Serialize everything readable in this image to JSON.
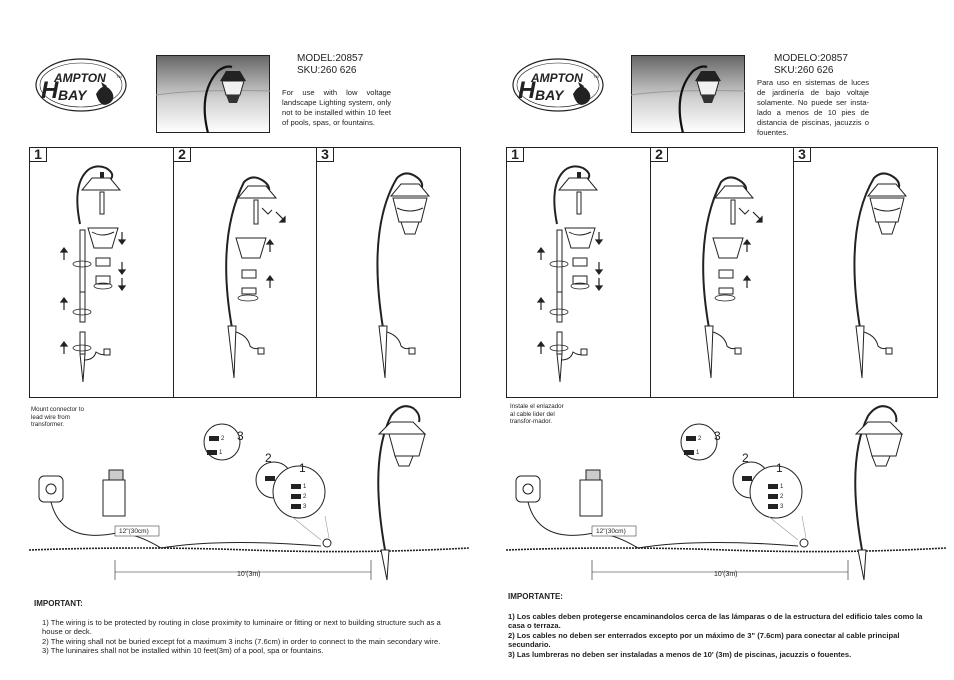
{
  "brand": {
    "logo_text": "HAMPTON BAY",
    "tm": "TM"
  },
  "en": {
    "model": "MODEL:20857",
    "sku": "SKU:260 626",
    "intro": "For use with low voltage landscape Lighting system, only not to be installed within 10 feet of pools, spas, or fountains.",
    "steps": [
      "1",
      "2",
      "3"
    ],
    "connector_note": "Mount connector to lead wire from transformer.",
    "important_title": "IMPORTANT:",
    "important_items": [
      "1)  The wiring is to be protected by routing in close proximity to luminaire or fitting or next to building structure such as a house or deck.",
      "2)  The wiring shall not be buried except fot a maximum 3 inchs (7.6cm) in order to connect to the main secondary wire.",
      "3)  The luninaires shall not be installed within 10 feet(3m) of a pool, spa or fountains."
    ],
    "dim_short": "12\"(30cm)",
    "dim_long": "10'(3m)",
    "callouts": [
      "3",
      "2",
      "1"
    ],
    "mini_labels": [
      "2",
      "1",
      "1",
      "2",
      "3"
    ]
  },
  "es": {
    "model": "MODELO:20857",
    "sku": "SKU:260 626",
    "intro": "Para uso en sistemas de luces de jardinería de bajo voltaje solamente. No puede ser insta-lado a menos de 10 pies de distancia de piscinas, jacuzzis o fouentes.",
    "steps": [
      "1",
      "2",
      "3"
    ],
    "connector_note": "Instale el enlazador al cable lider del transfor-mador.",
    "important_title": "IMPORTANTE:",
    "important_items": [
      "1) Los cables deben protegerse encaminandolos cerca de las lámparas o de la estructura del edificio tales como la casa o terraza.",
      "2) Los cables no deben ser enterrados excepto por un máximo de 3\" (7.6cm) para conectar al cable principal secundario.",
      "3) Las lumbreras no deben ser instaladas a menos de 10' (3m) de piscinas, jacuzzis o fouentes."
    ],
    "dim_short": "12\"(30cm)",
    "dim_long": "10'(3m)",
    "callouts": [
      "3",
      "2",
      "1"
    ],
    "mini_labels": [
      "2",
      "1",
      "1",
      "2",
      "3"
    ]
  }
}
